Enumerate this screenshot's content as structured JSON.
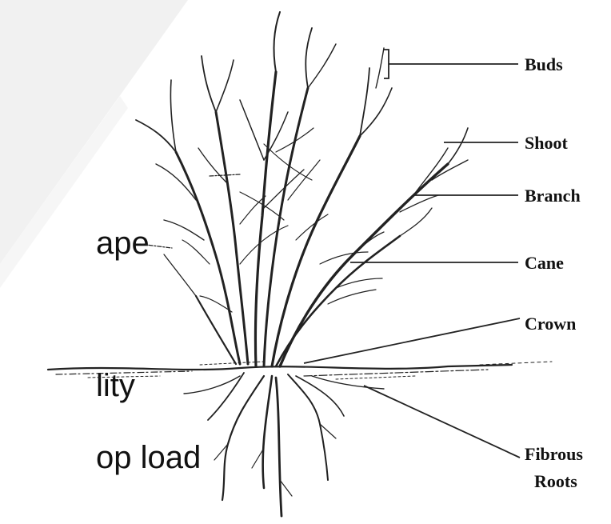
{
  "slide": {
    "text_fragments": [
      "ape",
      "lity",
      "op load"
    ]
  },
  "diagram": {
    "labels": {
      "buds": "Buds",
      "shoot": "Shoot",
      "branch": "Branch",
      "cane": "Cane",
      "crown": "Crown",
      "fibrous": "Fibrous",
      "roots": "Roots"
    }
  }
}
